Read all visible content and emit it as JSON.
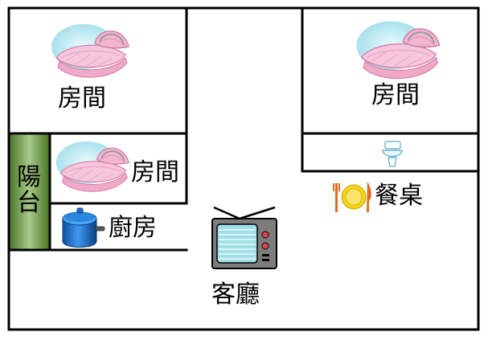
{
  "floorplan": {
    "rooms": {
      "bedroom_top_left": {
        "label": "房間",
        "icon": "cradle-icon"
      },
      "bedroom_top_right": {
        "label": "房間",
        "icon": "cradle-icon"
      },
      "bedroom_middle": {
        "label": "房間",
        "icon": "cradle-icon"
      },
      "balcony": {
        "chars": [
          "陽",
          "台"
        ],
        "color": "#5f8a3a"
      },
      "kitchen": {
        "label": "廚房",
        "icon": "cooking-pot-icon"
      },
      "bathroom": {
        "icon": "toilet-icon"
      },
      "dining": {
        "label": "餐桌",
        "icon": "plate-cutlery-icon"
      },
      "living_room": {
        "label": "客廳",
        "icon": "television-icon"
      }
    },
    "colors": {
      "wall": "#000000",
      "cradle_pink": "#f2b9d4",
      "cradle_splash": "#b7e6ef",
      "pot_blue": "#1f79d6",
      "tv_screen": "#9fe0e6",
      "plate_yellow": "#f2d21c"
    }
  }
}
